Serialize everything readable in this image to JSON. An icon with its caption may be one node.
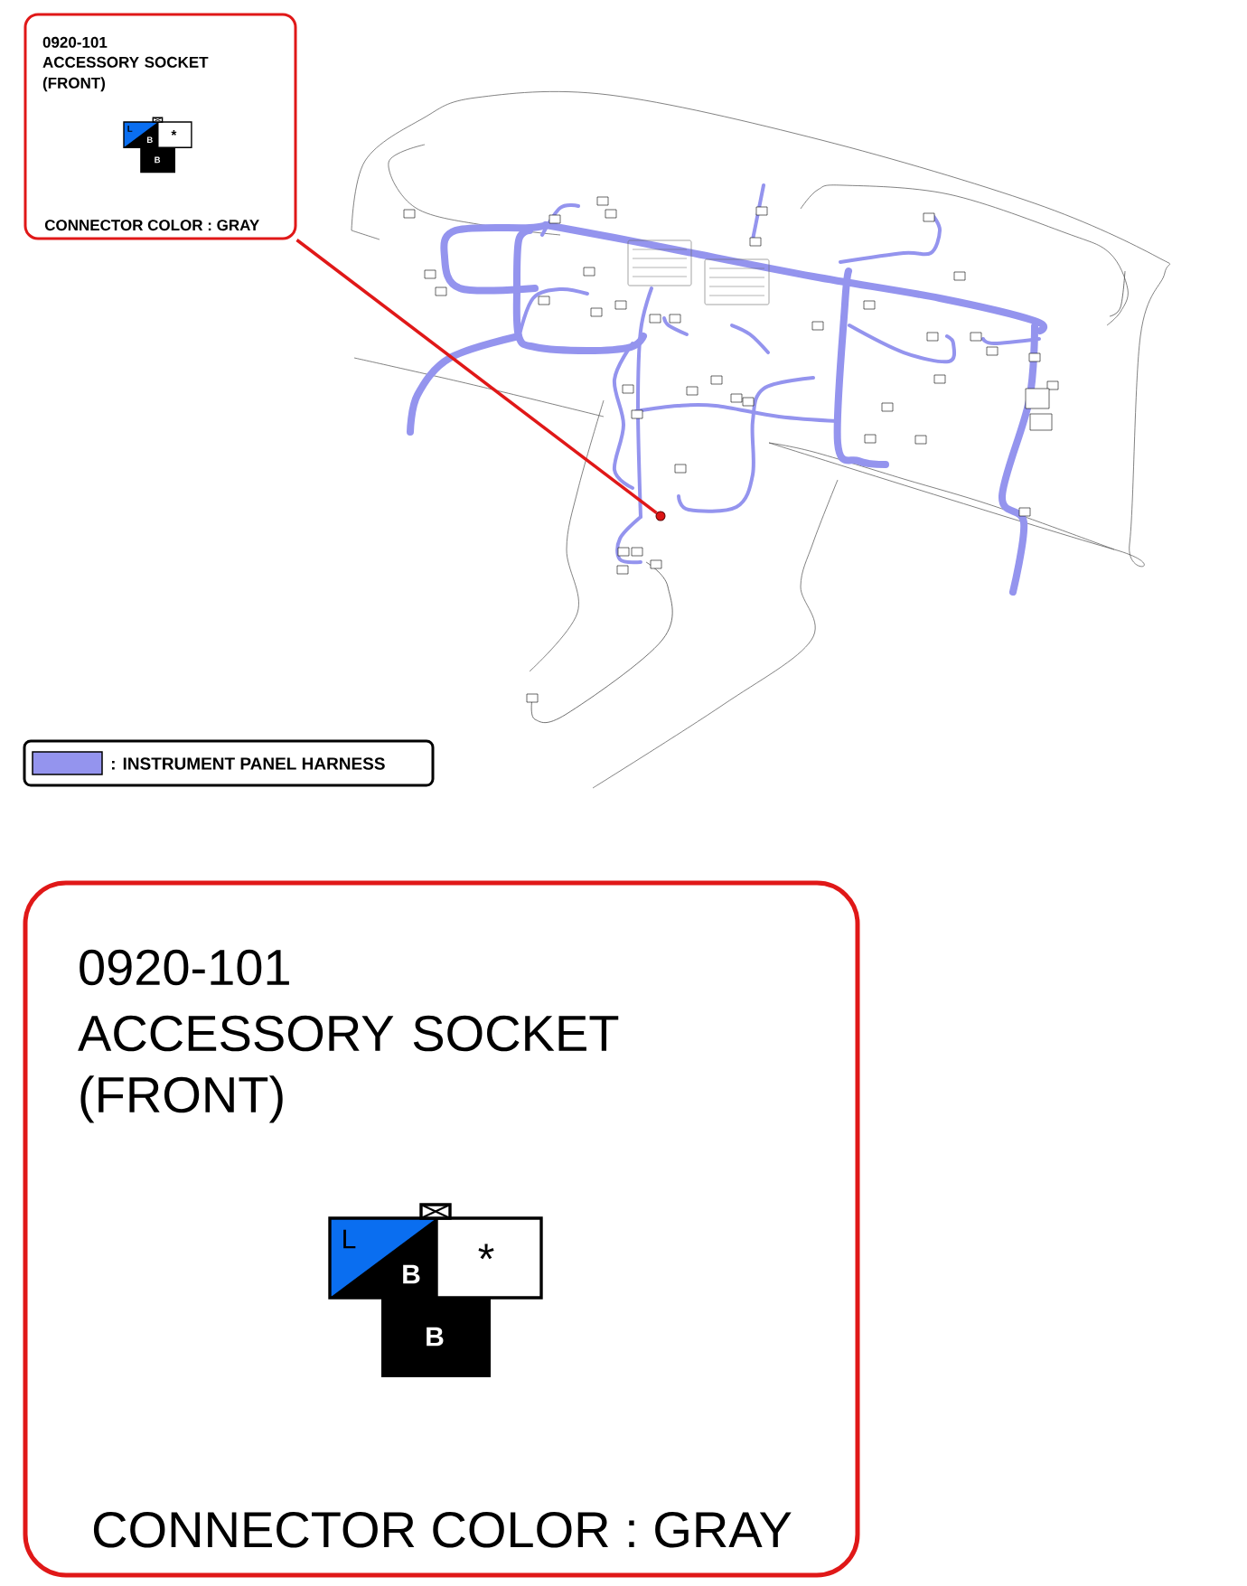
{
  "diagram": {
    "nodes": [
      {
        "text": [
          "0920-101",
          "ACCESSORY SOCKET (FRONT)",
          "CONNECTOR COLOR : GRAY"
        ]
      },
      {
        "text": [],
        "shape": "circle"
      },
      {
        "text": [
          "0920-101",
          "ACCESSORY SOCKET (FRONT)",
          "CONNECTOR COLOR : GRAY"
        ]
      }
    ],
    "edges": [
      {
        "from": 0,
        "to": 1,
        "arrow": "none",
        "color": "#e01818"
      }
    ],
    "labels": [
      "L",
      "B",
      "*",
      "B",
      "L",
      "B",
      "*",
      "B"
    ],
    "legend": [
      {
        "text": ": INSTRUMENT PANEL HARNESS",
        "color": "#9494ee"
      }
    ]
  }
}
